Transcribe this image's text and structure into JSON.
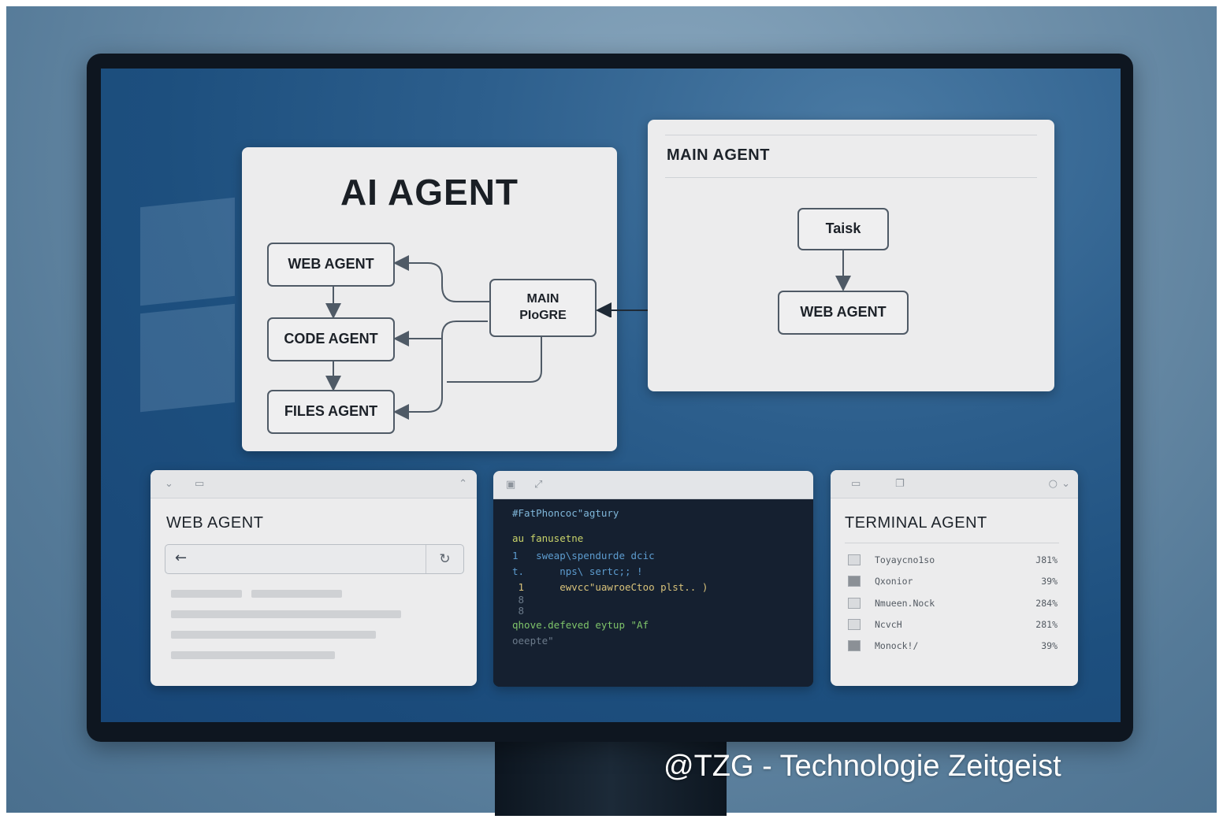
{
  "colors": {
    "screen": "#1d4f7e",
    "panel": "#ececed",
    "node_border": "#4f5a66",
    "code_bg": "#152030"
  },
  "ai_panel": {
    "title": "AI AGENT",
    "nodes": {
      "web": "WEB AGENT",
      "code": "CODE AGENT",
      "files": "FILES AGENT",
      "main_line1": "MAIN",
      "main_line2": "PIoGRE"
    }
  },
  "main_panel": {
    "title": "MAIN AGENT",
    "task": "Taisk",
    "web": "WEB AGENT"
  },
  "web_panel": {
    "title": "WEB AGENT",
    "back_icon": "arrow-left-icon",
    "reload_icon": "reload-icon"
  },
  "code_panel": {
    "lines": [
      {
        "text": "#FatPhoncoc\"agtury",
        "color": "#7fb6d9"
      },
      {
        "text": "au fanusetne",
        "color": "#c9d36a"
      },
      {
        "text": "1   sweap\\spendurde dcic",
        "color": "#5d9ccf"
      },
      {
        "text": "t.      nps\\ sertc;; !",
        "color": "#5d9ccf"
      },
      {
        "text": " 1      ewvcc\"uawroeCtoo plst.. )",
        "color": "#d8c27a"
      },
      {
        "text": " 8",
        "color": "#6b7a8a"
      },
      {
        "text": " 8",
        "color": "#6b7a8a"
      },
      {
        "text": "qhove.defeved eytup \"Af",
        "color": "#7fc46a"
      },
      {
        "text": "oeepte\"",
        "color": "#6b7a8a"
      }
    ]
  },
  "terminal_panel": {
    "title": "TERMINAL AGENT",
    "rows": [
      {
        "name": "Toyaycno1so",
        "value": "J81%",
        "dark": false
      },
      {
        "name": "Qxonior",
        "value": "39%",
        "dark": true
      },
      {
        "name": "Nmueen.Nock",
        "value": "284%",
        "dark": false
      },
      {
        "name": "NcvcH",
        "value": "281%",
        "dark": false
      },
      {
        "name": "Monock!/",
        "value": "39%",
        "dark": true
      }
    ]
  },
  "watermark": "@TZG - Technologie Zeitgeist"
}
